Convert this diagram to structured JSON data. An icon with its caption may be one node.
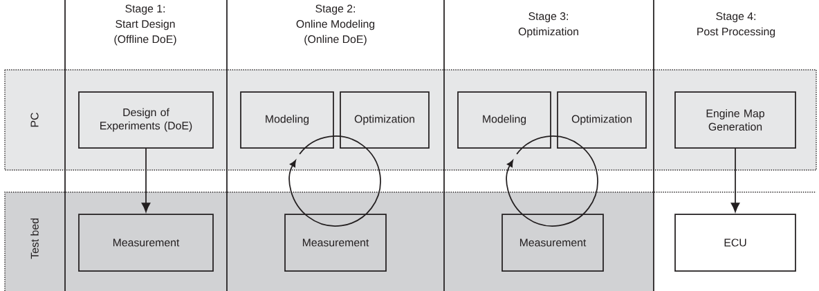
{
  "diagram": {
    "nodes": [
      {
        "text": [
          "PC"
        ]
      },
      {
        "text": [
          "Test bed"
        ]
      },
      {
        "text": [
          "Design of Experiments (DoE)"
        ],
        "in": 0
      },
      {
        "text": [
          "Measurement"
        ],
        "in": 1
      },
      {
        "text": [
          "Modeling"
        ],
        "in": 0
      },
      {
        "text": [
          "Optimization"
        ],
        "in": 0
      },
      {
        "text": [
          "Measurement"
        ],
        "in": 1
      },
      {
        "text": [
          "Modeling"
        ],
        "in": 0
      },
      {
        "text": [
          "Optimization"
        ],
        "in": 0
      },
      {
        "text": [
          "Measurement"
        ],
        "in": 1
      },
      {
        "text": [
          "Engine Map Generation"
        ],
        "in": 0
      },
      {
        "text": [
          "ECU"
        ]
      }
    ],
    "edges": [
      {
        "from": 2,
        "to": 3,
        "arrow": "to"
      },
      {
        "from": 10,
        "to": 11,
        "arrow": "to"
      }
    ],
    "labels": [
      "Stage 1:",
      "Start Design",
      "(Offline DoE)",
      "Stage 2:",
      "Online Modeling",
      "(Online DoE)",
      "Stage 3:",
      "Optimization",
      "Stage 4:",
      "Post Processing"
    ]
  }
}
